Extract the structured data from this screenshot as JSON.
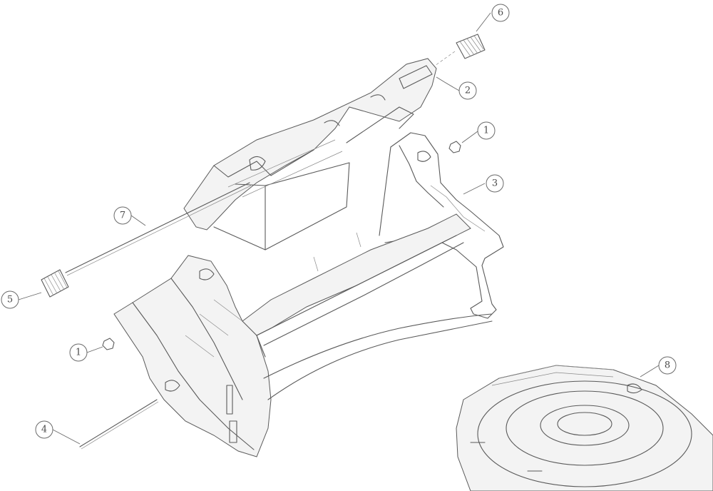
{
  "callouts": [
    {
      "id": "c6",
      "label": "6"
    },
    {
      "id": "c2",
      "label": "2"
    },
    {
      "id": "c1a",
      "label": "1"
    },
    {
      "id": "c3",
      "label": "3"
    },
    {
      "id": "c7",
      "label": "7"
    },
    {
      "id": "c5",
      "label": "5"
    },
    {
      "id": "c1b",
      "label": "1"
    },
    {
      "id": "c4",
      "label": "4"
    },
    {
      "id": "c8",
      "label": "8"
    }
  ]
}
